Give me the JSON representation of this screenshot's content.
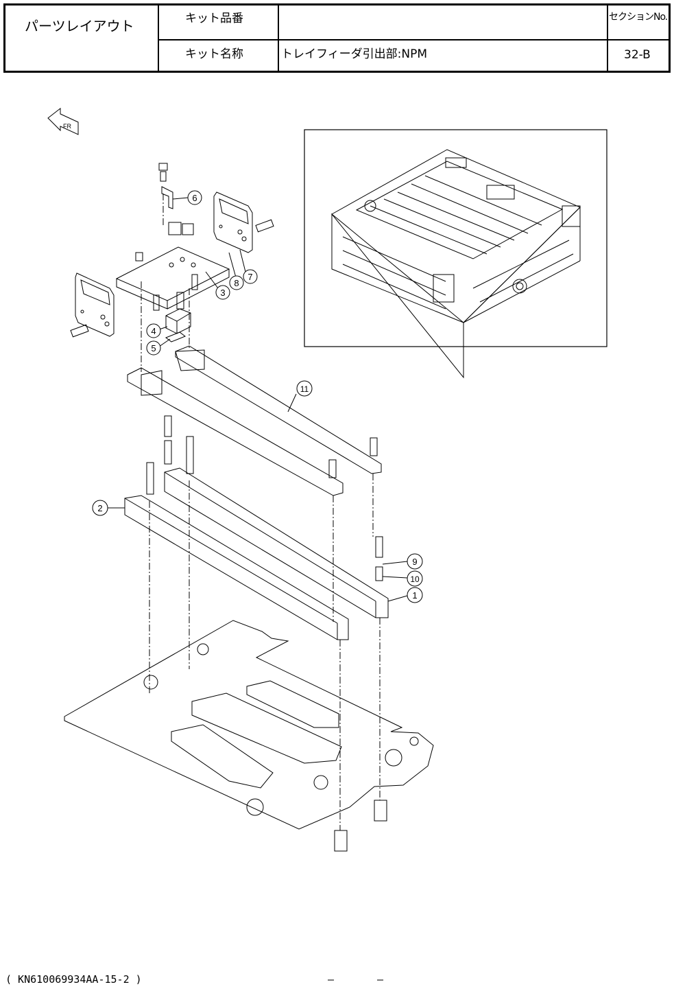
{
  "header": {
    "title": "パーツレイアウト",
    "kit_number_label": "キット品番",
    "kit_number_value": "",
    "kit_name_label": "キット名称",
    "kit_name_value": "トレイフィーダ引出部:NPM",
    "section_label": "セクションNo.",
    "section_value": "32-B"
  },
  "diagram": {
    "front_marker": "FR",
    "callouts": [
      "6",
      "3",
      "8",
      "7",
      "4",
      "5",
      "11",
      "2",
      "9",
      "10",
      "1"
    ]
  },
  "footer": {
    "document_code": "( KN610069934AA-15-2 )",
    "page_left": "—",
    "page_right": "—"
  }
}
